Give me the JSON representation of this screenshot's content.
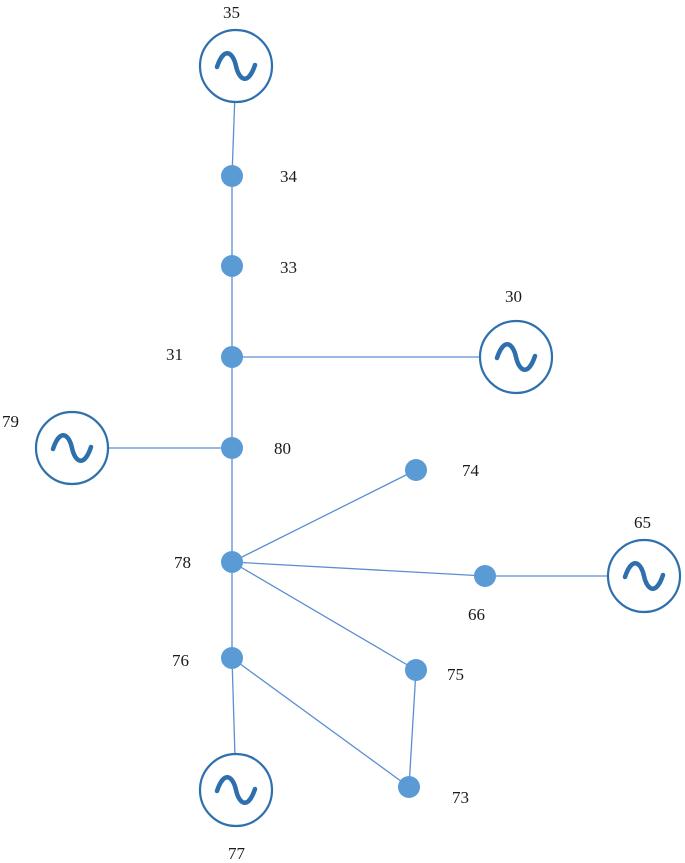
{
  "diagram": {
    "buses": [
      {
        "id": "34",
        "label": "34"
      },
      {
        "id": "33",
        "label": "33"
      },
      {
        "id": "31",
        "label": "31"
      },
      {
        "id": "80",
        "label": "80"
      },
      {
        "id": "78",
        "label": "78"
      },
      {
        "id": "76",
        "label": "76"
      },
      {
        "id": "74",
        "label": "74"
      },
      {
        "id": "66",
        "label": "66"
      },
      {
        "id": "75",
        "label": "75"
      },
      {
        "id": "73",
        "label": "73"
      }
    ],
    "generators": [
      {
        "id": "35",
        "label": "35"
      },
      {
        "id": "30",
        "label": "30"
      },
      {
        "id": "79",
        "label": "79"
      },
      {
        "id": "65",
        "label": "65"
      },
      {
        "id": "77",
        "label": "77"
      }
    ],
    "lines": [
      [
        "35",
        "34"
      ],
      [
        "34",
        "33"
      ],
      [
        "33",
        "31"
      ],
      [
        "31",
        "30"
      ],
      [
        "31",
        "80"
      ],
      [
        "80",
        "79"
      ],
      [
        "80",
        "78"
      ],
      [
        "78",
        "74"
      ],
      [
        "78",
        "66"
      ],
      [
        "66",
        "65"
      ],
      [
        "78",
        "75"
      ],
      [
        "78",
        "76"
      ],
      [
        "76",
        "77"
      ],
      [
        "76",
        "73"
      ],
      [
        "75",
        "73"
      ]
    ],
    "colors": {
      "bus": "#5b9bd5",
      "generator": "#2e6fad",
      "line": "#5b8fd1"
    }
  }
}
